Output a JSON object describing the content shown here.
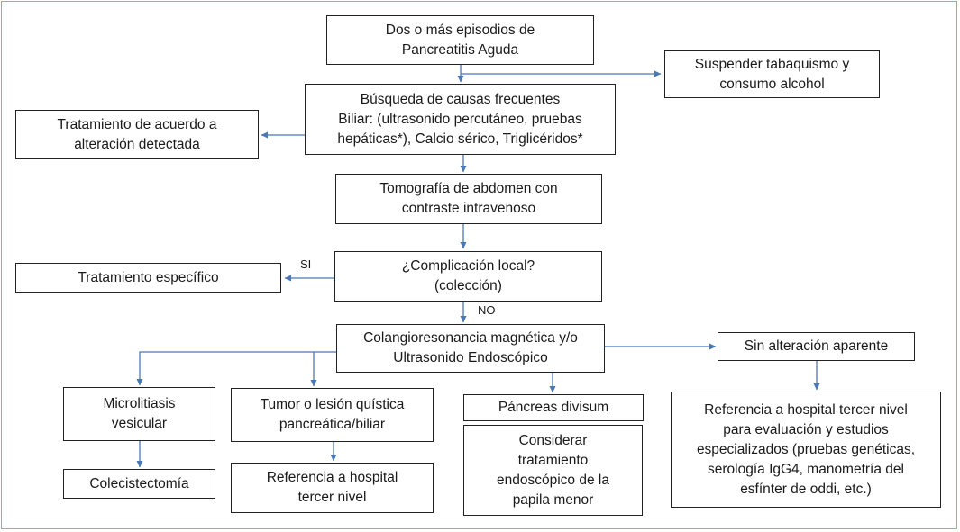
{
  "nodes": {
    "start": [
      "Dos o más episodios de",
      "Pancreatitis Aguda"
    ],
    "smoking": [
      "Suspender tabaquismo y",
      "consumo alcohol"
    ],
    "search": [
      "Búsqueda de causas frecuentes",
      "Biliar: (ultrasonido percutáneo, pruebas",
      "hepáticas*), Calcio sérico, Triglicéridos*"
    ],
    "treat_alteration": [
      "Tratamiento de acuerdo a",
      "alteración detectada"
    ],
    "ct": [
      "Tomografía de abdomen con",
      "contraste intravenoso"
    ],
    "complication": [
      "¿Complicación local?",
      "(colección)"
    ],
    "specific": [
      "Tratamiento específico"
    ],
    "mri": [
      "Colangioresonancia magnética y/o",
      "Ultrasonido Endoscópico"
    ],
    "no_alteration": [
      "Sin alteración aparente"
    ],
    "micro": [
      "Microlitiasis",
      "vesicular"
    ],
    "tumor": [
      "Tumor o lesión quística",
      "pancreática/biliar"
    ],
    "divisum": [
      "Páncreas divisum"
    ],
    "endoscopic": [
      "Considerar",
      "tratamiento",
      "endoscópico de la",
      "papila menor"
    ],
    "referral_specialized": [
      "Referencia a hospital tercer nivel",
      "para evaluación y estudios",
      "especializados (pruebas genéticas,",
      "serología IgG4, manometría del",
      "esfínter de oddi, etc.)"
    ],
    "chole": [
      "Colecistectomía"
    ],
    "referral": [
      "Referencia a hospital",
      "tercer nivel"
    ]
  },
  "edge_labels": {
    "yes": "SI",
    "no": "NO"
  },
  "colors": {
    "arrow": "#4a78b5",
    "border": "#222222",
    "frame": "#8faac4"
  }
}
